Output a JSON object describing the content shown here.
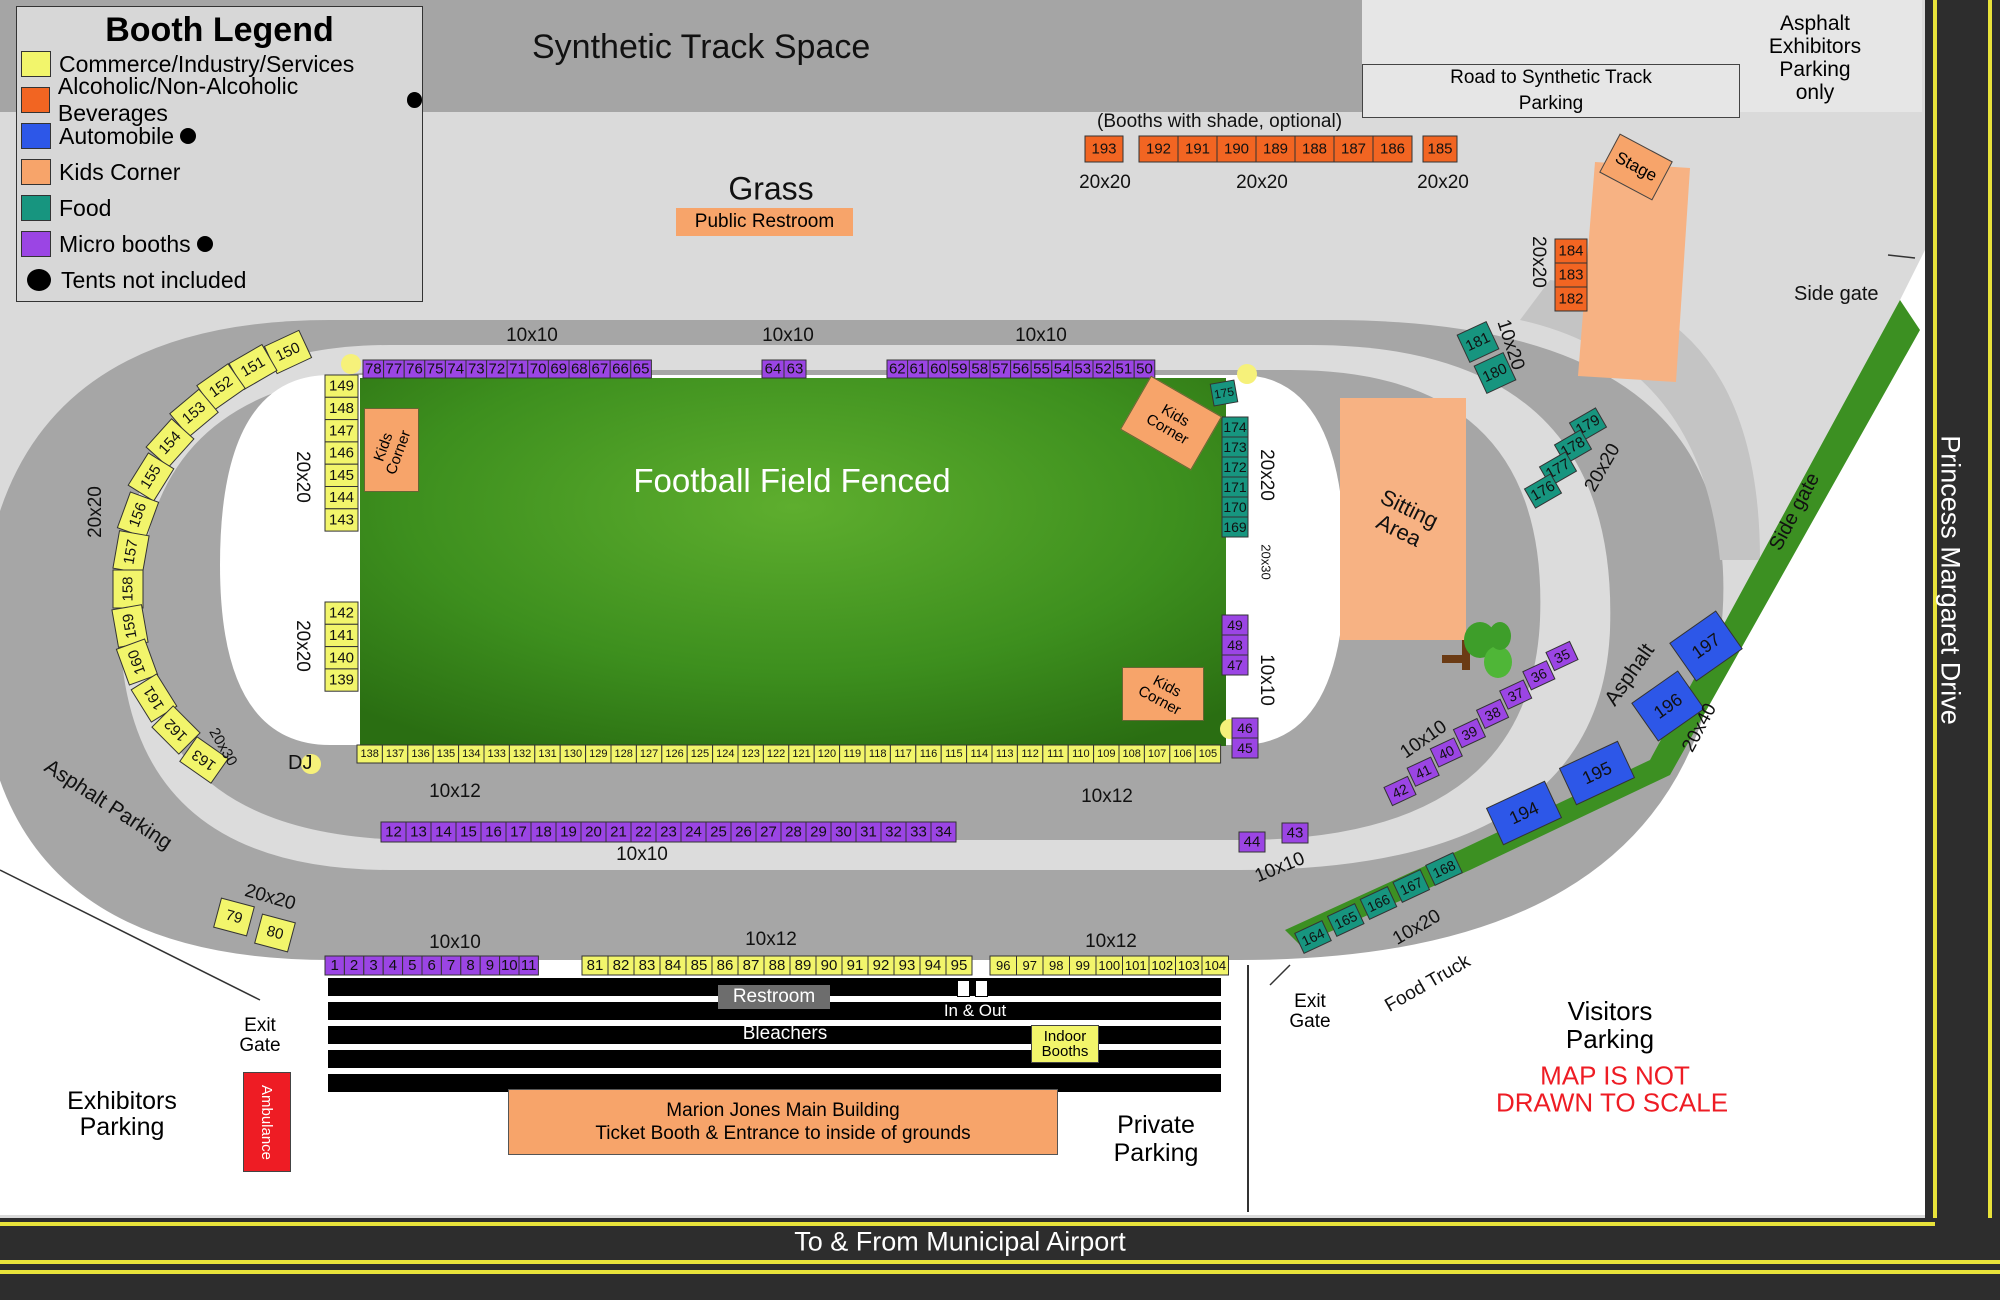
{
  "colors": {
    "commerce": "#f2f56b",
    "beverages": "#f26522",
    "automobile": "#2d57e8",
    "kids": "#f7a46a",
    "food": "#17957f",
    "micro": "#9b45e4",
    "track": "#a6a6a6",
    "grass": "#3c8f1c",
    "road": "#2d2d2d",
    "roadline": "#e8e23a",
    "ambulance": "#ee1c24",
    "warning": "#ee1c24"
  },
  "legend": {
    "title": "Booth Legend",
    "items": [
      {
        "label": "Commerce/Industry/Services",
        "color": "#f2f56b",
        "tent_dot": false
      },
      {
        "label": "Alcoholic/Non-Alcoholic Beverages",
        "color": "#f26522",
        "tent_dot": true
      },
      {
        "label": "Automobile",
        "color": "#2d57e8",
        "tent_dot": true
      },
      {
        "label": "Kids Corner",
        "color": "#f7a46a",
        "tent_dot": false
      },
      {
        "label": "Food",
        "color": "#17957f",
        "tent_dot": false
      },
      {
        "label": "Micro booths",
        "color": "#9b45e4",
        "tent_dot": true
      }
    ],
    "tents_note": "Tents not included"
  },
  "labels": {
    "synthetic_track_space": "Synthetic Track Space",
    "road_to_synthetic": "Road to Synthetic Track Parking",
    "asphalt_exhibitors": "Asphalt Exhibitors Parking only",
    "booths_shade": "(Booths with shade, optional)",
    "grass": "Grass",
    "public_restroom": "Public Restroom",
    "football_field": "Football Field Fenced",
    "kids_corner": "Kids Corner",
    "stage": "Stage",
    "sitting_area": "Sitting Area",
    "side_gate": "Side gate",
    "princess_margaret": "Princess Margaret Drive",
    "asphalt": "Asphalt",
    "asphalt_parking": "Asphalt Parking",
    "dj": "DJ",
    "food_truck": "Food Truck",
    "restroom": "Restroom",
    "in_out": "In & Out",
    "bleachers": "Bleachers",
    "indoor_booths": "Indoor Booths",
    "main_building_1": "Marion Jones Main Building",
    "main_building_2": "Ticket Booth & Entrance to inside of grounds",
    "exit_gate": "Exit Gate",
    "exhibitors_parking": "Exhibitors Parking",
    "ambulance": "Ambulance",
    "private_parking": "Private Parking",
    "visitors_parking": "Visitors Parking",
    "not_to_scale_1": "MAP IS NOT",
    "not_to_scale_2": "DRAWN TO SCALE",
    "airport_road": "To & From Municipal Airport",
    "sizes": {
      "s10x10": "10x10",
      "s10x12": "10x12",
      "s20x20": "20x20",
      "s20x30": "20x30",
      "s10x20": "10x20",
      "s20x40": "20x40"
    }
  },
  "booths": {
    "top_row_micro": [
      "78",
      "77",
      "76",
      "75",
      "74",
      "73",
      "72",
      "71",
      "70",
      "69",
      "68",
      "67",
      "66",
      "65",
      "64",
      "63",
      "62",
      "61",
      "60",
      "59",
      "58",
      "57",
      "56",
      "55",
      "54",
      "53",
      "52",
      "51",
      "50"
    ],
    "shade_row": [
      "193",
      "192",
      "191",
      "190",
      "189",
      "188",
      "187",
      "186",
      "185"
    ],
    "stage_side": [
      "184",
      "183",
      "182"
    ],
    "food_pair": [
      "181",
      "180"
    ],
    "food_four": [
      "179",
      "178",
      "177",
      "176"
    ],
    "left_inner_top": [
      "149",
      "148",
      "147",
      "146",
      "145",
      "144",
      "143"
    ],
    "left_inner_bottom": [
      "142",
      "141",
      "140",
      "139"
    ],
    "right_inner_food": [
      "175",
      "174",
      "173",
      "172",
      "171",
      "170",
      "169"
    ],
    "right_inner_micro": [
      "49",
      "48",
      "47",
      "46",
      "45"
    ],
    "left_arc": [
      "150",
      "151",
      "152",
      "153",
      "154",
      "155",
      "156",
      "157",
      "158",
      "159",
      "160",
      "161",
      "162",
      "163"
    ],
    "bottom_field_row": [
      "138",
      "137",
      "136",
      "135",
      "134",
      "133",
      "132",
      "131",
      "130",
      "129",
      "128",
      "127",
      "126",
      "125",
      "124",
      "123",
      "122",
      "121",
      "120",
      "119",
      "118",
      "117",
      "116",
      "115",
      "114",
      "113",
      "112",
      "111",
      "110",
      "109",
      "108",
      "107",
      "106",
      "105"
    ],
    "track_inner_micro": [
      "12",
      "13",
      "14",
      "15",
      "16",
      "17",
      "18",
      "19",
      "20",
      "21",
      "22",
      "23",
      "24",
      "25",
      "26",
      "27",
      "28",
      "29",
      "30",
      "31",
      "32",
      "33",
      "34"
    ],
    "diagonal_micro": [
      "42",
      "41",
      "40",
      "39",
      "38",
      "37",
      "36",
      "35"
    ],
    "micro_44_43": [
      "44",
      "43"
    ],
    "left_parking": [
      "79",
      "80"
    ],
    "bleacher_micro": [
      "1",
      "2",
      "3",
      "4",
      "5",
      "6",
      "7",
      "8",
      "9",
      "10",
      "11"
    ],
    "bleacher_mid": [
      "81",
      "82",
      "83",
      "84",
      "85",
      "86",
      "87",
      "88",
      "89",
      "90",
      "91",
      "92",
      "93",
      "94",
      "95"
    ],
    "bleacher_right": [
      "96",
      "97",
      "98",
      "99",
      "100",
      "101",
      "102",
      "103",
      "104"
    ],
    "food_truck_row": [
      "164",
      "165",
      "166",
      "167",
      "168"
    ],
    "auto_right": [
      "197",
      "196",
      "195",
      "194"
    ]
  }
}
